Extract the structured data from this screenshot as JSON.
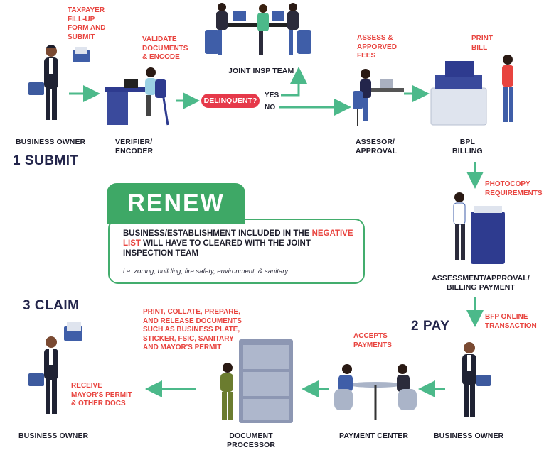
{
  "colors": {
    "arrow": "#4cb98a",
    "accent_red": "#e8443f",
    "renew_green": "#3ea866",
    "navy": "#23254b"
  },
  "steps": {
    "submit": "1 SUBMIT",
    "pay": "2 PAY",
    "claim": "3 CLAIM"
  },
  "actors": {
    "business_owner_1": "BUSINESS OWNER",
    "verifier": [
      "VERIFIER/",
      "ENCODER"
    ],
    "joint_insp": "JOINT INSP TEAM",
    "assessor": [
      "ASSESOR/",
      "APPROVAL"
    ],
    "bpl": [
      "BPL",
      "BILLING"
    ],
    "assessment": [
      "ASSESSMENT/APPROVAL/",
      "BILLING PAYMENT"
    ],
    "business_owner_2": "BUSINESS OWNER",
    "payment_center": "PAYMENT CENTER",
    "document_processor": [
      "DOCUMENT",
      "PROCESSOR"
    ],
    "business_owner_3": "BUSINESS OWNER"
  },
  "actions": {
    "taxpayer": [
      "TAXPAYER",
      "FILL-UP",
      "FORM AND",
      "SUBMIT"
    ],
    "validate": [
      "VALIDATE",
      "DOCUMENTS",
      "& ENCODE"
    ],
    "assess": [
      "ASSESS &",
      "APPORVED",
      "FEES"
    ],
    "print_bill": [
      "PRINT",
      "BILL"
    ],
    "photocopy": [
      "PHOTOCOPY",
      "REQUIREMENTS"
    ],
    "bfp": [
      "BFP ONLINE",
      "TRANSACTION"
    ],
    "accepts": [
      "ACCEPTS",
      "PAYMENTS"
    ],
    "print_collate": [
      "PRINT, COLLATE, PREPARE,",
      "AND RELEASE DOCUMENTS",
      "SUCH AS BUSINESS PLATE,",
      "STICKER, FSIC, SANITARY",
      "AND MAYOR'S PERMIT"
    ],
    "receive": [
      "RECEIVE",
      "MAYOR'S PERMIT",
      "& OTHER DOCS"
    ]
  },
  "decision": {
    "label": "DELINQUENT?",
    "yes": "YES",
    "no": "NO"
  },
  "renew": {
    "title": "RENEW",
    "text_before": "BUSINESS/ESTABLISHMENT INCLUDED IN THE",
    "negative_list": "NEGATIVE LIST",
    "text_after": "WILL HAVE TO CLEARED WITH THE JOINT INSPECTION TEAM",
    "note": "i.e. zoning, building, fire safety, environment, & sanitary."
  }
}
